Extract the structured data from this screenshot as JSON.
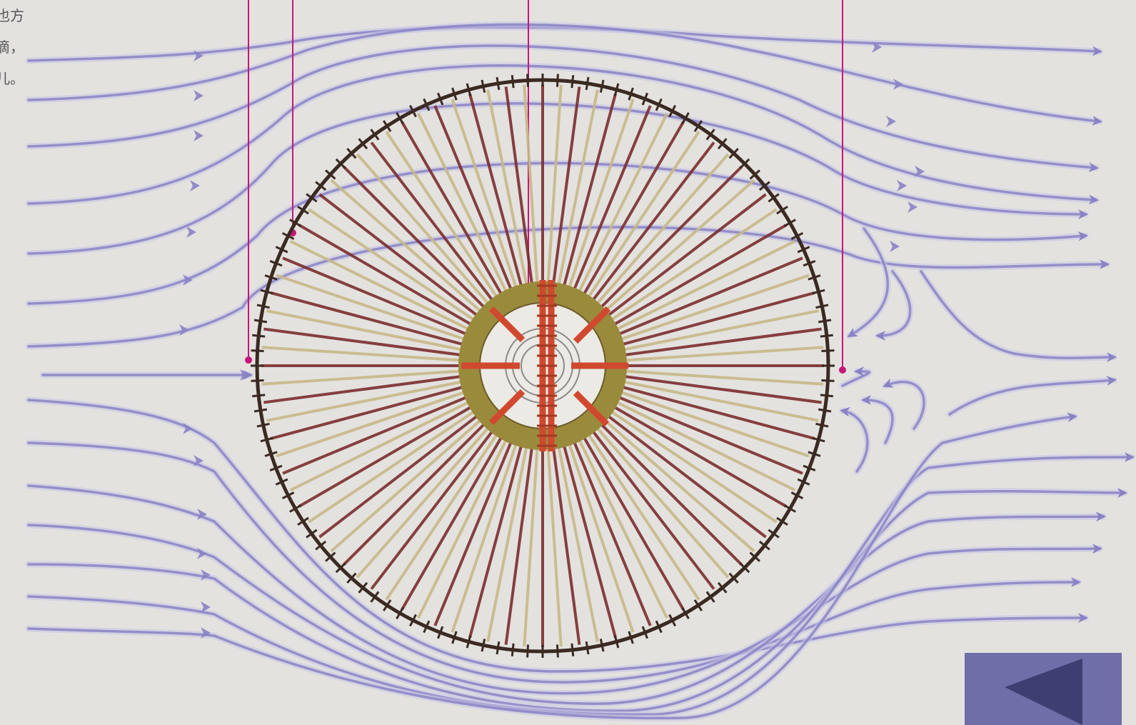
{
  "corner_text": {
    "line1": "也方",
    "line2": "滴，",
    "line3": "儿。"
  },
  "colors": {
    "background": "#e3e2df",
    "stream_dark": "#8a82c4",
    "stream_light": "#c7c4e4",
    "rim": "#3a2a22",
    "spoke_dark": "#7a2c2c",
    "spoke_light": "#c7b887",
    "hub_ring": "#9a8a3c",
    "hub_red": "#d0492f",
    "marker": "#c8157a",
    "button": "#6f6ea8",
    "button_arrow": "#3f3e72"
  },
  "icons": {
    "back": "triangle-left-icon"
  },
  "back_button": {
    "label": "Back"
  }
}
